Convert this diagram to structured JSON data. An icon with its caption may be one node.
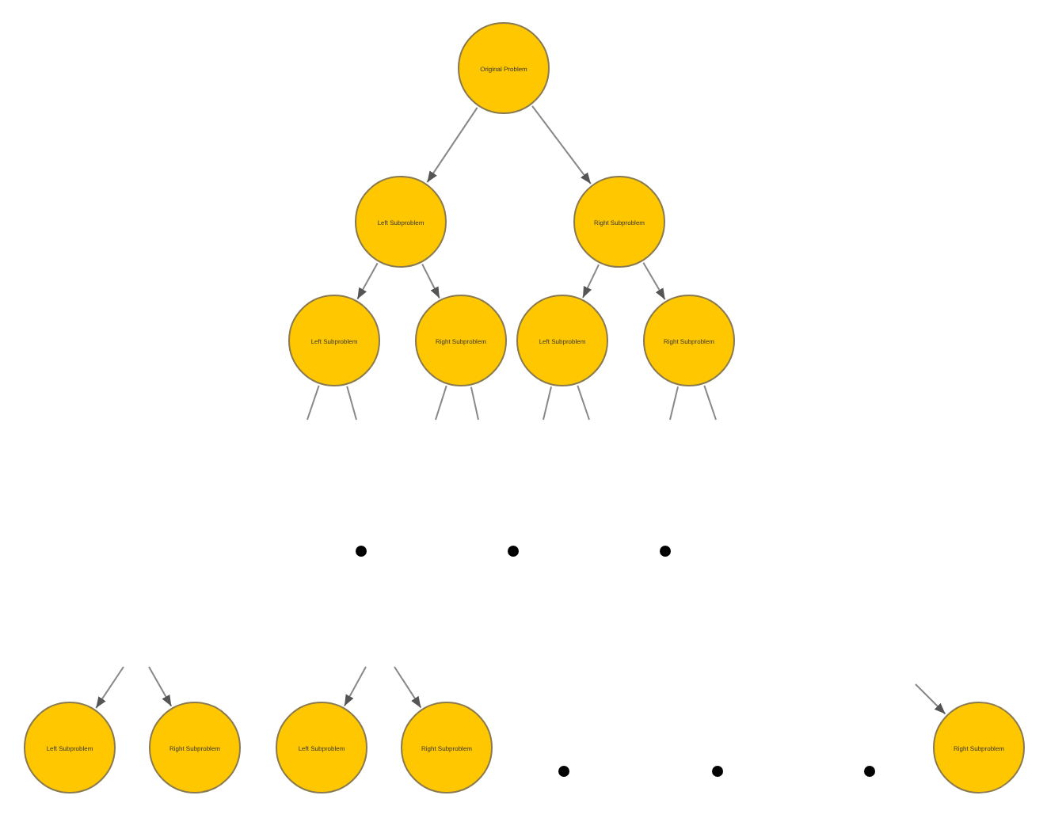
{
  "diagram": {
    "nodes": [
      {
        "text": [
          "Original Problem"
        ]
      },
      {
        "text": [
          "Left Subproblem"
        ]
      },
      {
        "text": [
          "Right Subproblem"
        ]
      },
      {
        "text": [
          "Left Subproblem"
        ]
      },
      {
        "text": [
          "Right Subproblem"
        ]
      },
      {
        "text": [
          "Left Subproblem"
        ]
      },
      {
        "text": [
          "Right Subproblem"
        ]
      },
      {
        "text": [
          "Left Subproblem"
        ]
      },
      {
        "text": [
          "Right Subproblem"
        ]
      },
      {
        "text": [
          "Left Subproblem"
        ]
      },
      {
        "text": [
          "Right Subproblem"
        ]
      },
      {
        "text": [
          "Right Subproblem"
        ]
      }
    ],
    "edges": [
      {
        "from": 0,
        "to": 1,
        "arrow": "to"
      },
      {
        "from": 0,
        "to": 2,
        "arrow": "to"
      },
      {
        "from": 1,
        "to": 3,
        "arrow": "to"
      },
      {
        "from": 1,
        "to": 4,
        "arrow": "to"
      },
      {
        "from": 2,
        "to": 5,
        "arrow": "to"
      },
      {
        "from": 2,
        "to": 6,
        "arrow": "to"
      },
      {
        "from": 3,
        "to": null,
        "arrow": "none"
      },
      {
        "from": 3,
        "to": null,
        "arrow": "none"
      },
      {
        "from": 4,
        "to": null,
        "arrow": "none"
      },
      {
        "from": 4,
        "to": null,
        "arrow": "none"
      },
      {
        "from": 5,
        "to": null,
        "arrow": "none"
      },
      {
        "from": 5,
        "to": null,
        "arrow": "none"
      },
      {
        "from": 6,
        "to": null,
        "arrow": "none"
      },
      {
        "from": 6,
        "to": null,
        "arrow": "none"
      },
      {
        "from": null,
        "to": 7,
        "arrow": "to"
      },
      {
        "from": null,
        "to": 8,
        "arrow": "to"
      },
      {
        "from": null,
        "to": 9,
        "arrow": "to"
      },
      {
        "from": null,
        "to": 10,
        "arrow": "to"
      },
      {
        "from": null,
        "to": 11,
        "arrow": "to"
      }
    ]
  }
}
